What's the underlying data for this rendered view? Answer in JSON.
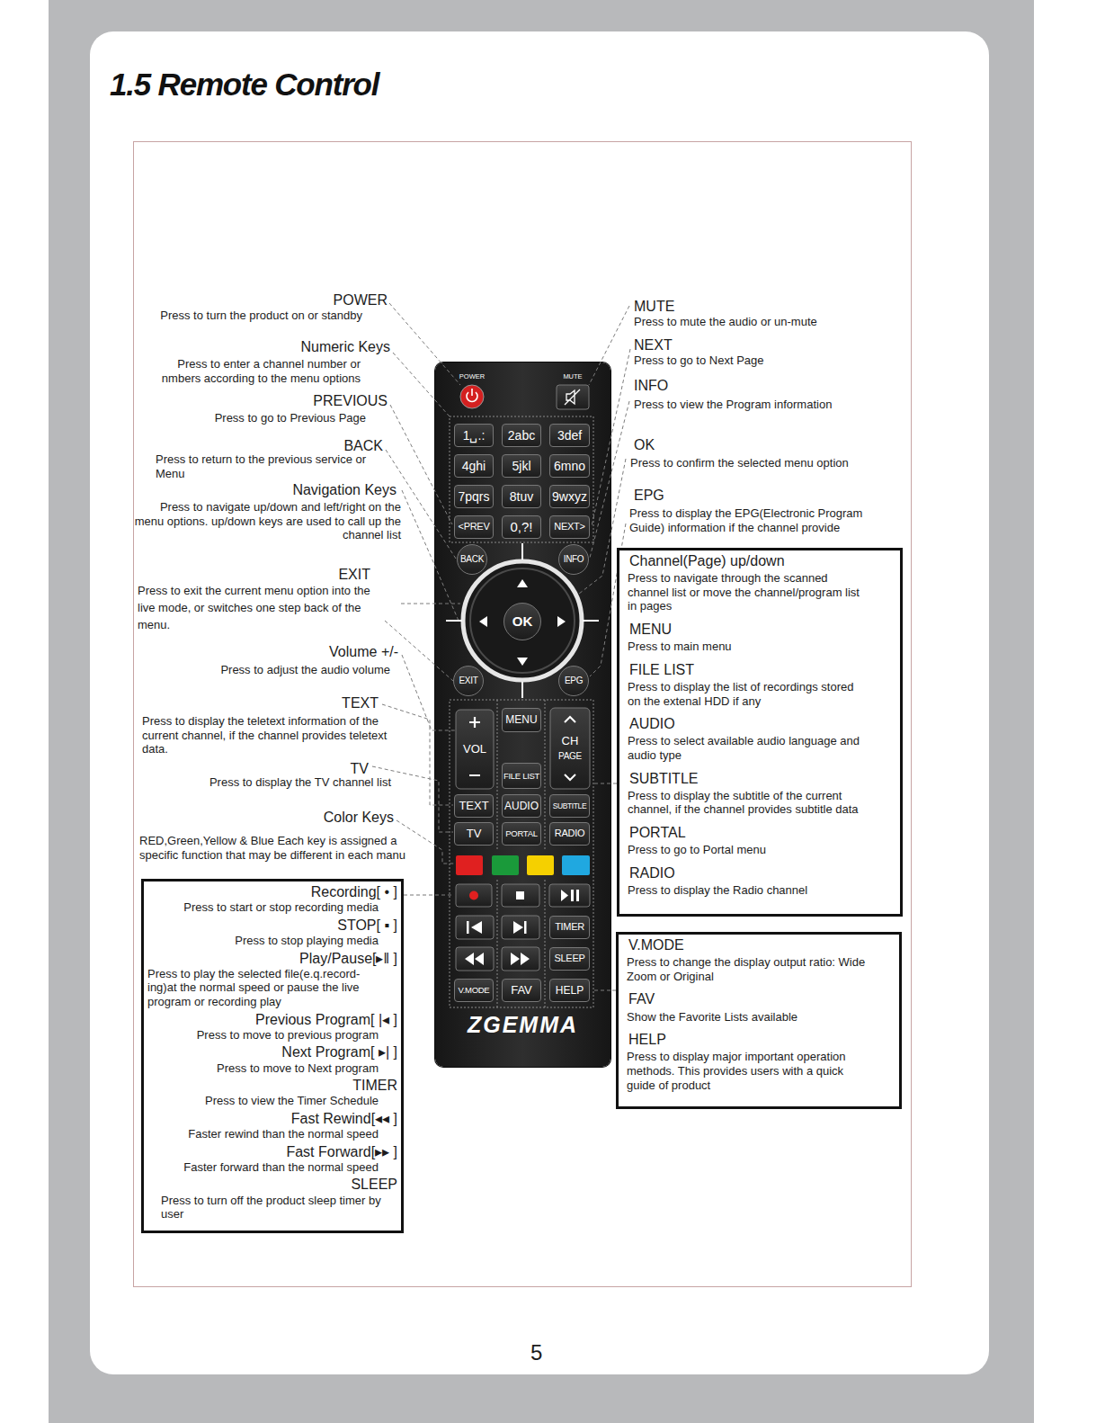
{
  "diagram": {
    "title": "1.5 Remote Control",
    "nodes": [
      {
        "text": [
          "POWER",
          "MUTE",
          "ZGEMMA"
        ]
      },
      {
        "text": [
          "1␣.:"
        ],
        "in": 0
      },
      {
        "text": [
          "2abc"
        ],
        "in": 0
      },
      {
        "text": [
          "3def"
        ],
        "in": 0
      },
      {
        "text": [
          "4ghi"
        ],
        "in": 0
      },
      {
        "text": [
          "5jkl"
        ],
        "in": 0
      },
      {
        "text": [
          "6mno"
        ],
        "in": 0
      },
      {
        "text": [
          "7pqrs"
        ],
        "in": 0
      },
      {
        "text": [
          "8tuv"
        ],
        "in": 0
      },
      {
        "text": [
          "9wxyz"
        ],
        "in": 0
      },
      {
        "text": [
          "<PREV"
        ],
        "in": 0
      },
      {
        "text": [
          "0,?!"
        ],
        "in": 0
      },
      {
        "text": [
          "NEXT>"
        ],
        "in": 0
      },
      {
        "text": [
          "BACK"
        ],
        "in": 0
      },
      {
        "text": [
          "INFO"
        ],
        "in": 0
      },
      {
        "text": [
          "OK"
        ],
        "in": 0
      },
      {
        "text": [
          "EXIT"
        ],
        "in": 0
      },
      {
        "text": [
          "EPG"
        ],
        "in": 0
      },
      {
        "text": [
          "VOL"
        ],
        "in": 0
      },
      {
        "text": [
          "MENU"
        ],
        "in": 0
      },
      {
        "text": [
          "CH",
          "PAGE"
        ],
        "in": 0
      },
      {
        "text": [
          "FILE LIST"
        ],
        "in": 0
      },
      {
        "text": [
          "TEXT"
        ],
        "in": 0
      },
      {
        "text": [
          "AUDIO"
        ],
        "in": 0
      },
      {
        "text": [
          "SUBTITLE"
        ],
        "in": 0
      },
      {
        "text": [
          "TV"
        ],
        "in": 0
      },
      {
        "text": [
          "PORTAL"
        ],
        "in": 0
      },
      {
        "text": [
          "RADIO"
        ],
        "in": 0
      },
      {
        "text": [
          "TIMER"
        ],
        "in": 0
      },
      {
        "text": [
          "SLEEP"
        ],
        "in": 0
      },
      {
        "text": [
          "V.MODE"
        ],
        "in": 0
      },
      {
        "text": [
          "FAV"
        ],
        "in": 0
      },
      {
        "text": [
          "HELP"
        ],
        "in": 0
      },
      {
        "text": [
          "Recording[ • ]",
          "Press to start or stop recording media",
          "STOP[ ▪ ]",
          "Press to stop playing media",
          "Play/Pause[▸‖ ]",
          "Press to play the selected file(e.q.record- ing)at the normal speed or pause the live program or recording play",
          "Previous Program[ |◂ ]",
          "Press to move to previous program",
          "Next Program[ ▸| ]",
          "Press to move to Next program",
          "TIMER",
          "Press to view the Timer Schedule",
          "Fast Rewind[◂◂ ]",
          "Faster rewind than the normal speed",
          "Fast Forward[▸▸ ]",
          "Faster forward than the normal speed",
          "SLEEP",
          "Press to turn off the product sleep timer by user"
        ]
      },
      {
        "text": [
          "Channel(Page) up/down",
          "Press to navigate through the scanned channel list or move the channel/program list in pages",
          "MENU",
          "Press to main menu",
          "FILE LIST",
          "Press to display the list of recordings stored on the extenal HDD if any",
          "AUDIO",
          "Press to select available audio language and audio type",
          "SUBTITLE",
          "Press to display the subtitle of the current channel, if the channel provides subtitle data",
          "PORTAL",
          "Press to go to Portal menu",
          "RADIO",
          "Press to display the Radio channel"
        ]
      },
      {
        "text": [
          "V.MODE",
          "Press to change the display output ratio: Wide Zoom or Original",
          "FAV",
          "Show the Favorite Lists available",
          "HELP",
          "Press to display major important operation methods. This provides users with a quick guide of product"
        ]
      }
    ],
    "edges": [
      {
        "from": 33,
        "to": 0,
        "arrow": "none"
      },
      {
        "from": 34,
        "to": 0,
        "arrow": "none"
      },
      {
        "from": 35,
        "to": 0,
        "arrow": "none"
      }
    ],
    "labels": [
      "5",
      "POWER",
      "Press to turn the product on or standby",
      "Numeric Keys",
      "Press to enter a channel number or nmbers according to the menu options",
      "PREVIOUS",
      "Press to go to Previous Page",
      "BACK",
      "Press to return to the previous service or Menu",
      "Navigation Keys",
      "Press to navigate up/down and left/right on the menu options. up/down keys are used to call up the channel list",
      "EXIT",
      "Press to exit the current menu option into the live mode, or switches one step back of the menu.",
      "Volume +/-",
      "Press to adjust the audio volume",
      "TEXT",
      "Press to display the teletext information of the current channel, if the channel provides teletext data.",
      "TV",
      "Press to display the TV channel list",
      "Color Keys",
      "RED,Green,Yellow & Blue Each key is assigned a specific function that may be different in each manu",
      "MUTE",
      "Press to mute the audio or un-mute",
      "NEXT",
      "Press to go to Next Page",
      "INFO",
      "Press to view the Program information",
      "OK",
      "Press to confirm the selected menu option",
      "EPG",
      "Press to display the EPG(Electronic Program Guide) information if the channel provide"
    ]
  }
}
